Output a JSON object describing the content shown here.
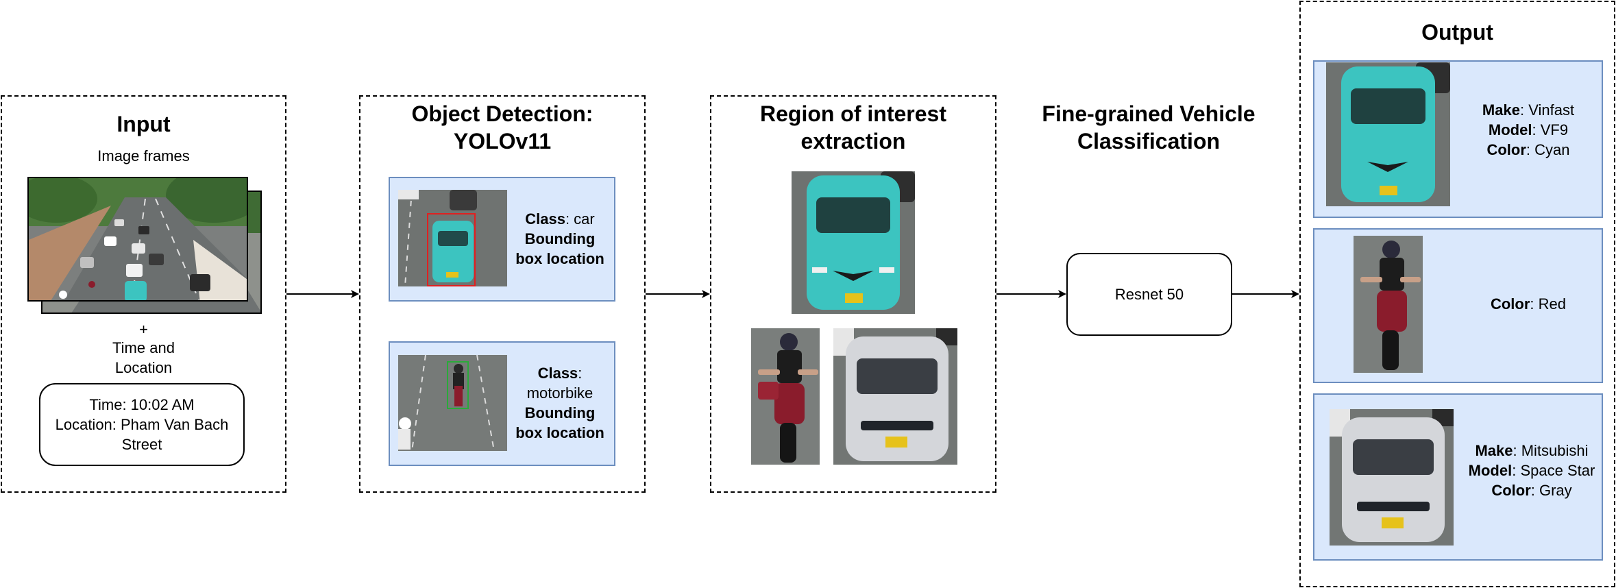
{
  "input": {
    "title": "Input",
    "subtitle": "Image frames",
    "plus": "+",
    "time_location_label": [
      "Time and",
      "Location"
    ],
    "info_lines": [
      "Time: 10:02 AM",
      "Location: Pham Van Bach",
      "Street"
    ]
  },
  "detection": {
    "title_lines": [
      "Object Detection:",
      "YOLOv11"
    ],
    "items": [
      {
        "class_key": "Class",
        "class_value": ": car",
        "bbox_line1": "Bounding",
        "bbox_line2": "box location"
      },
      {
        "class_key": "Class",
        "class_value": ":",
        "class_value_line2": "motorbike",
        "bbox_line1": "Bounding",
        "bbox_line2": "box location"
      }
    ]
  },
  "roi": {
    "title_lines": [
      "Region of interest",
      "extraction"
    ]
  },
  "classification": {
    "title_lines": [
      "Fine-grained Vehicle",
      "Classification"
    ],
    "model": "Resnet 50"
  },
  "output": {
    "title": "Output",
    "items": [
      {
        "make_key": "Make",
        "make": ": Vinfast",
        "model_key": "Model",
        "model": ": VF9",
        "color_key": "Color",
        "color": ": Cyan"
      },
      {
        "color_key": "Color",
        "color": ": Red"
      },
      {
        "make_key": "Make",
        "make": ": Mitsubishi",
        "model_key": "Model",
        "model": ": Space Star",
        "color_key": "Color",
        "color": ": Gray"
      }
    ]
  },
  "colors": {
    "panel_fill": "#dae8fc",
    "panel_border": "#6c8ebf",
    "cyan_car": "#3cc4c0",
    "red_bike": "#8a1c2c",
    "gray_car": "#d4d6da"
  }
}
